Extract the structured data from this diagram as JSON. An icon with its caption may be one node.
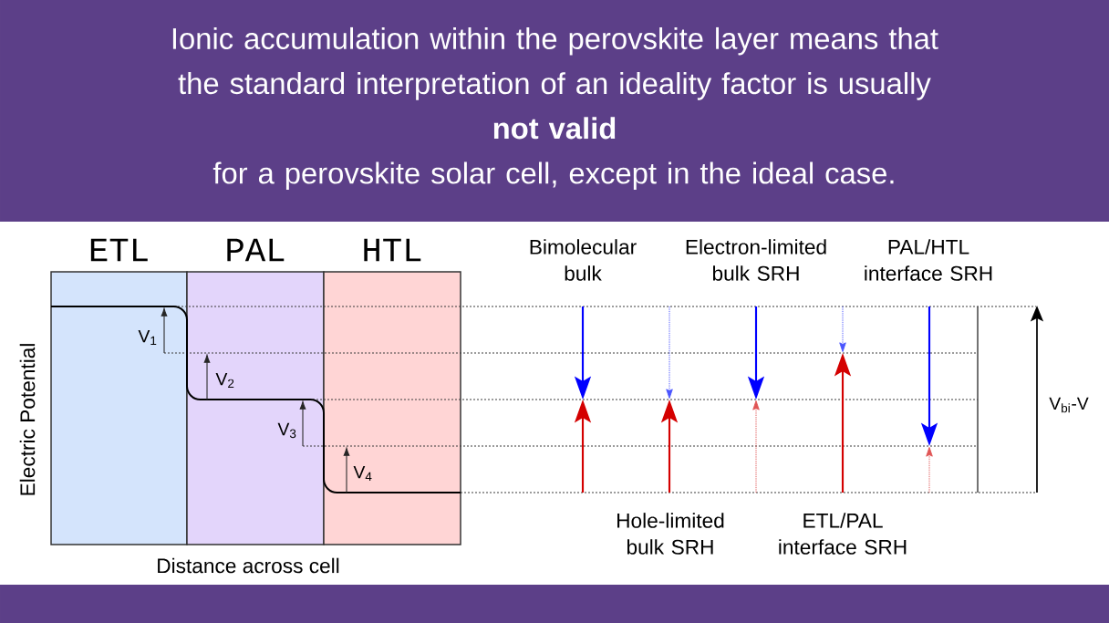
{
  "diagram": {
    "title": "Ionic accumulation within the perovskite layer means that the standard interpretation of an ideality factor is usually **not valid** for a perovskite solar cell, except in the ideal case.",
    "nodes": [
      {
        "text": [
          "ETL"
        ]
      },
      {
        "text": [
          "PAL"
        ]
      },
      {
        "text": [
          "HTL"
        ]
      }
    ],
    "labels": [
      "Bimolecular bulk",
      "Electron-limited bulk SRH",
      "PAL/HTL interface SRH",
      "Electric Potential",
      "V$_{1}$",
      "V$_{2}$",
      "V$_{3}$",
      "V$_{4}$",
      "V$_{bi}$-V",
      "Hole-limited bulk SRH",
      "ETL/PAL interface SRH",
      "Distance across cell"
    ]
  }
}
